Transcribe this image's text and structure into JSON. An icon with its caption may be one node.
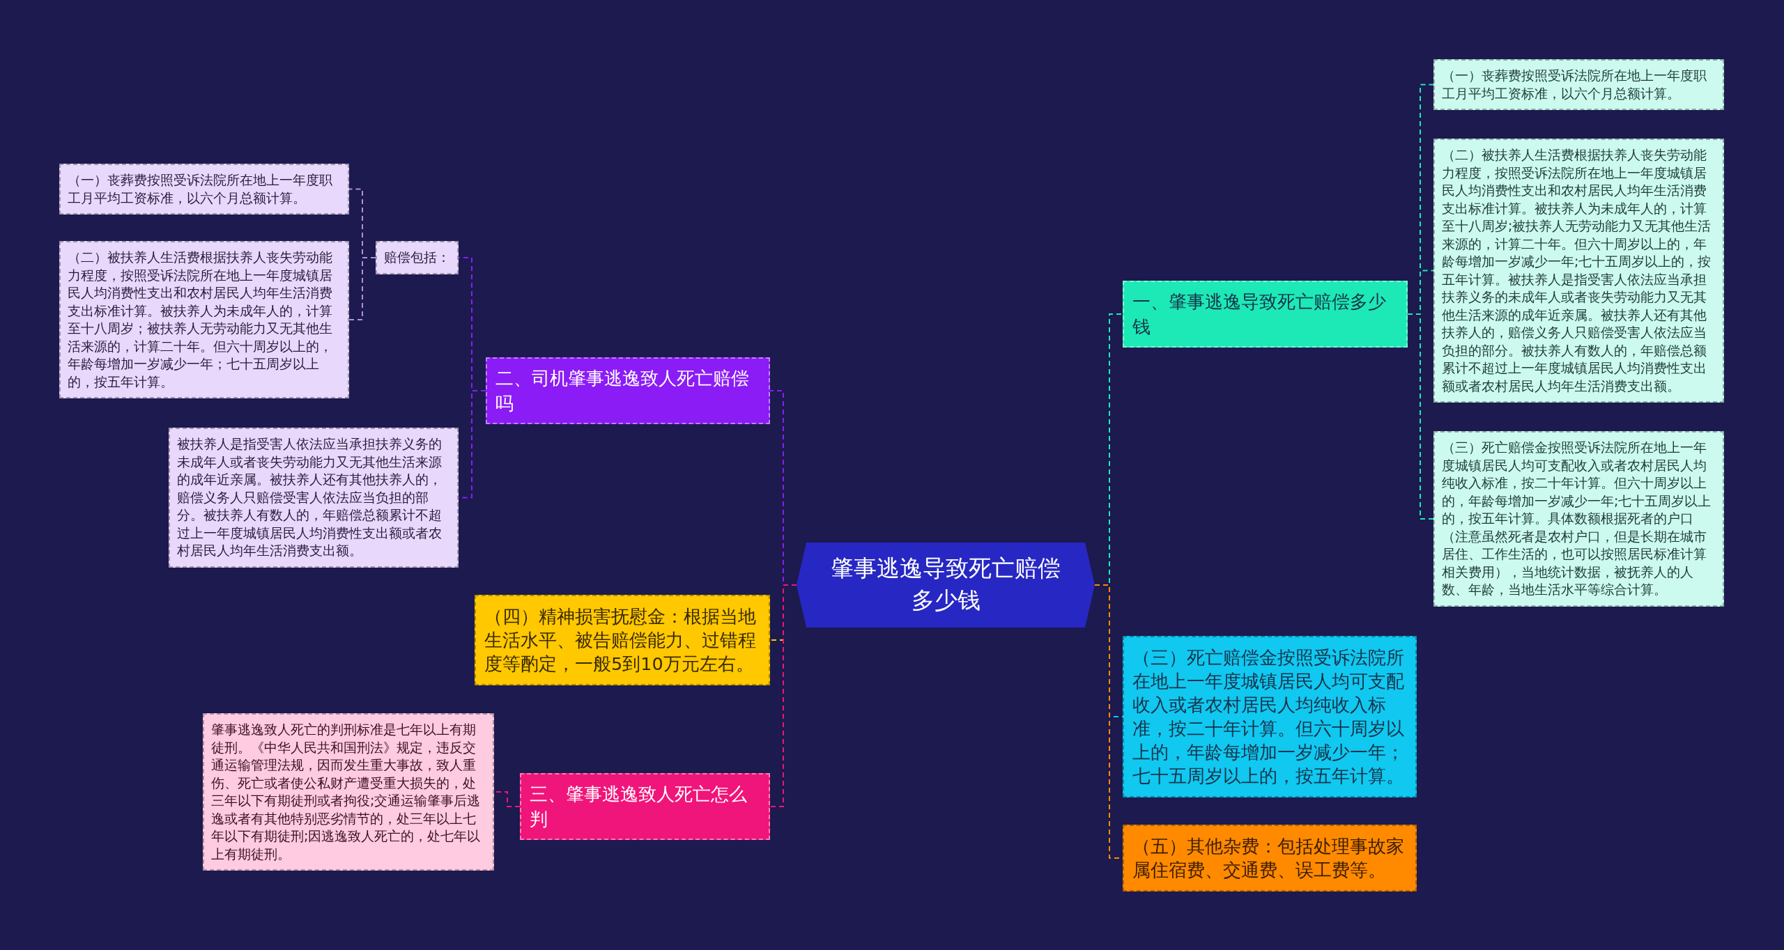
{
  "diagram": {
    "nodes": [
      {
        "text": [
          "肇事逃逸导致死亡赔偿多少钱"
        ]
      },
      {
        "text": [
          "一、肇事逃逸导致死亡赔偿多少钱"
        ]
      },
      {
        "text": [
          "（一）丧葬费按照受诉法院所在地上一年度职工月平均工资标准，以六个月总额计算。"
        ]
      },
      {
        "text": [
          "（二）被扶养人生活费根据扶养人丧失劳动能力程度，按照受诉法院所在地上一年度城镇居民人均消费性支出和农村居民人均年生活消费支出标准计算。被扶养人为未成年人的，计算至十八周岁;被扶养人无劳动能力又无其他生活来源的，计算二十年。但六十周岁以上的，年龄每增加一岁减少一年;七十五周岁以上的，按五年计算。被扶养人是指受害人依法应当承担扶养义务的未成年人或者丧失劳动能力又无其他生活来源的成年近亲属。被扶养人还有其他扶养人的，赔偿义务人只赔偿受害人依法应当负担的部分。被扶养人有数人的，年赔偿总额累计不超过上一年度城镇居民人均消费性支出额或者农村居民人均年生活消费支出额。"
        ]
      },
      {
        "text": [
          "（三）死亡赔偿金按照受诉法院所在地上一年度城镇居民人均可支配收入或者农村居民人均纯收入标准，按二十年计算。但六十周岁以上的，年龄每增加一岁减少一年;七十五周岁以上的，按五年计算。具体数额根据死者的户口（注意虽然死者是农村户口，但是长期在城市居住、工作生活的，也可以按照居民标准计算相关费用），当地统计数据，被抚养人的人数、年龄，当地生活水平等综合计算。"
        ]
      },
      {
        "text": [
          "（三）死亡赔偿金按照受诉法院所在地上一年度城镇居民人均可支配收入或者农村居民人均纯收入标准，按二十年计算。但六十周岁以上的，年龄每增加一岁减少一年；七十五周岁以上的，按五年计算。"
        ]
      },
      {
        "text": [
          "（五）其他杂费：包括处理事故家属住宿费、交通费、误工费等。"
        ]
      },
      {
        "text": [
          "二、司机肇事逃逸致人死亡赔偿吗"
        ]
      },
      {
        "text": [
          "赔偿包括："
        ]
      },
      {
        "text": [
          "（一）丧葬费按照受诉法院所在地上一年度职工月平均工资标准，以六个月总额计算。"
        ]
      },
      {
        "text": [
          "（二）被扶养人生活费根据扶养人丧失劳动能力程度，按照受诉法院所在地上一年度城镇居民人均消费性支出和农村居民人均年生活消费支出标准计算。被扶养人为未成年人的，计算至十八周岁；被扶养人无劳动能力又无其他生活来源的，计算二十年。但六十周岁以上的，年龄每增加一岁减少一年；七十五周岁以上的，按五年计算。"
        ]
      },
      {
        "text": [
          "被扶养人是指受害人依法应当承担扶养义务的未成年人或者丧失劳动能力又无其他生活来源的成年近亲属。被扶养人还有其他扶养人的，赔偿义务人只赔偿受害人依法应当负担的部分。被扶养人有数人的，年赔偿总额累计不超过上一年度城镇居民人均消费性支出额或者农村居民人均年生活消费支出额。"
        ]
      },
      {
        "text": [
          "（四）精神损害抚慰金：根据当地生活水平、被告赔偿能力、过错程度等酌定，一般5到10万元左右。"
        ]
      },
      {
        "text": [
          "三、肇事逃逸致人死亡怎么判"
        ]
      },
      {
        "text": [
          "肇事逃逸致人死亡的判刑标准是七年以上有期徒刑。《中华人民共和国刑法》规定，违反交通运输管理法规，因而发生重大事故，致人重伤、死亡或者使公私财产遭受重大损失的，处三年以下有期徒刑或者拘役;交通运输肇事后逃逸或者有其他特别恶劣情节的，处三年以上七年以下有期徒刑;因逃逸致人死亡的，处七年以上有期徒刑。"
        ]
      }
    ],
    "edges": [
      {
        "from": 0,
        "to": 1,
        "arrow": "none",
        "style": "dashed",
        "color": "#1de9b6"
      },
      {
        "from": 1,
        "to": 2,
        "arrow": "none",
        "style": "dashed",
        "color": "#1de9b6"
      },
      {
        "from": 1,
        "to": 3,
        "arrow": "none",
        "style": "dashed",
        "color": "#1de9b6"
      },
      {
        "from": 1,
        "to": 4,
        "arrow": "none",
        "style": "dashed",
        "color": "#1de9b6"
      },
      {
        "from": 0,
        "to": 5,
        "arrow": "none",
        "style": "dashed",
        "color": "#10c8f0"
      },
      {
        "from": 0,
        "to": 6,
        "arrow": "none",
        "style": "dashed",
        "color": "#ff8a00"
      },
      {
        "from": 0,
        "to": 7,
        "arrow": "none",
        "style": "dashed",
        "color": "#8b1cf5"
      },
      {
        "from": 7,
        "to": 8,
        "arrow": "none",
        "style": "dashed",
        "color": "#8b1cf5"
      },
      {
        "from": 8,
        "to": 9,
        "arrow": "none",
        "style": "dashed",
        "color": "#b48ee0"
      },
      {
        "from": 8,
        "to": 10,
        "arrow": "none",
        "style": "dashed",
        "color": "#b48ee0"
      },
      {
        "from": 7,
        "to": 11,
        "arrow": "none",
        "style": "dashed",
        "color": "#8b1cf5"
      },
      {
        "from": 0,
        "to": 12,
        "arrow": "none",
        "style": "dashed",
        "color": "#ffc800"
      },
      {
        "from": 0,
        "to": 13,
        "arrow": "none",
        "style": "dashed",
        "color": "#f0157a"
      },
      {
        "from": 13,
        "to": 14,
        "arrow": "none",
        "style": "dashed",
        "color": "#f0157a"
      }
    ]
  }
}
